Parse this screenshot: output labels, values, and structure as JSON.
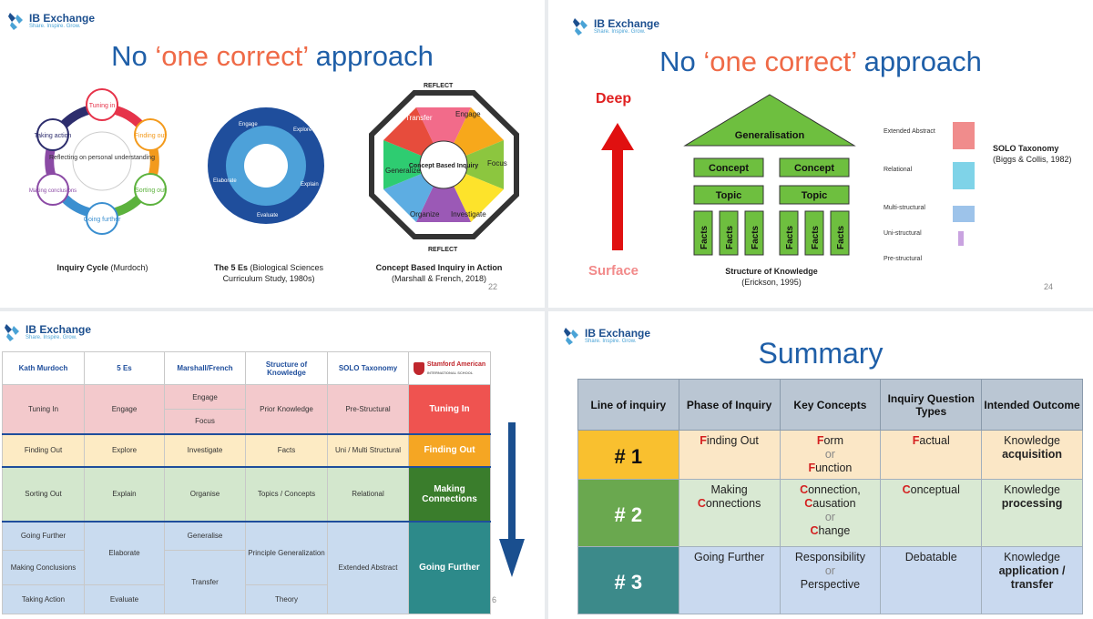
{
  "logo": {
    "name": "IB Exchange",
    "tagline": "Share. Inspire. Grow."
  },
  "slide1": {
    "title_a": "No ",
    "title_b": "‘one correct’",
    "title_c": " approach",
    "cycle": {
      "center": "Reflecting on personal understanding",
      "steps": [
        "Tuning in",
        "Finding out",
        "Sorting out",
        "Going further",
        "Making conclusions",
        "Taking action"
      ]
    },
    "es": [
      "Engage",
      "Explore",
      "Explain",
      "Evaluate",
      "Elaborate"
    ],
    "cbi": {
      "center": "Concept Based Inquiry",
      "segments": [
        "Engage",
        "Focus",
        "Investigate",
        "Organize",
        "Generalize",
        "Transfer"
      ],
      "reflect": "REFLECT"
    },
    "caption1_bold": "Inquiry Cycle",
    "caption1_rest": " (Murdoch)",
    "caption2_bold": "The 5 Es",
    "caption2_rest": " (Biological Sciences Curriculum Study, 1980s)",
    "caption3_bold": "Concept Based Inquiry in Action",
    "caption3_rest": "(Marshall & French, 2018)",
    "page": "22"
  },
  "slide2": {
    "title_a": "No ",
    "title_b": "‘one correct’",
    "title_c": " approach",
    "deep": "Deep",
    "surface": "Surface",
    "generalisation": "Generalisation",
    "concept": "Concept",
    "topic": "Topic",
    "facts": "Facts",
    "caption_bold": "Structure of Knowledge",
    "caption_rest": "(Erickson, 1995)",
    "solo_levels": [
      "Extended Abstract",
      "Relational",
      "Multi-structural",
      "Uni-structural",
      "Pre-structural"
    ],
    "solo_title": "SOLO Taxonomy",
    "solo_sub": "(Biggs & Collis, 1982)",
    "page": "24"
  },
  "slide3": {
    "headers": [
      "Kath Murdoch",
      "5 Es",
      "Marshall/French",
      "Structure of Knowledge",
      "SOLO Taxonomy"
    ],
    "school": "Stamford American",
    "school_sub": "INTERNATIONAL SCHOOL",
    "rows": {
      "pink": {
        "murdoch": "Tuning In",
        "es": "Engage",
        "mf1": "Engage",
        "mf2": "Focus",
        "sok": "Prior Knowledge",
        "solo": "Pre-Structural",
        "sas": "Tuning In"
      },
      "yellow": {
        "murdoch": "Finding Out",
        "es": "Explore",
        "mf": "Investigate",
        "sok": "Facts",
        "solo": "Uni / Multi Structural",
        "sas": "Finding Out"
      },
      "green": {
        "murdoch": "Sorting Out",
        "es": "Explain",
        "mf": "Organise",
        "sok": "Topics / Concepts",
        "solo": "Relational",
        "sas": "Making Connections"
      },
      "blue": {
        "m1": "Going Further",
        "m2": "Making Conclusions",
        "m3": "Taking Action",
        "es1": "Elaborate",
        "es2": "Evaluate",
        "mf1": "Generalise",
        "mf2": "Transfer",
        "sok1": "Principle Generalization",
        "sok2": "Theory",
        "solo": "Extended Abstract",
        "sas": "Going Further"
      }
    },
    "page": "6"
  },
  "slide4": {
    "title": "Summary",
    "headers": [
      "Line of inquiry",
      "Phase of Inquiry",
      "Key Concepts",
      "Inquiry Question Types",
      "Intended Outcome"
    ],
    "rows": [
      {
        "num": "# 1",
        "phase": [
          "Finding Out"
        ],
        "concepts": [
          "Form",
          "or",
          "Function"
        ],
        "qtype": "Factual",
        "outcome_a": "Knowledge",
        "outcome_b": "acquisition"
      },
      {
        "num": "# 2",
        "phase": [
          "Making",
          "Connections"
        ],
        "concepts": [
          "Connection,",
          "Causation",
          "or",
          "Change"
        ],
        "qtype": "Conceptual",
        "outcome_a": "Knowledge",
        "outcome_b": "processing"
      },
      {
        "num": "# 3",
        "phase": [
          "Going Further"
        ],
        "concepts": [
          "Responsibility",
          "or",
          "Perspective"
        ],
        "qtype": "Debatable",
        "outcome_a": "Knowledge",
        "outcome_b": "application / transfer"
      }
    ]
  },
  "colors": {
    "brand": "#1f5fa8",
    "accent": "#ef6a47",
    "row1": "#f9c02f",
    "row2": "#6aa84f",
    "row3": "#3c8a8a"
  }
}
